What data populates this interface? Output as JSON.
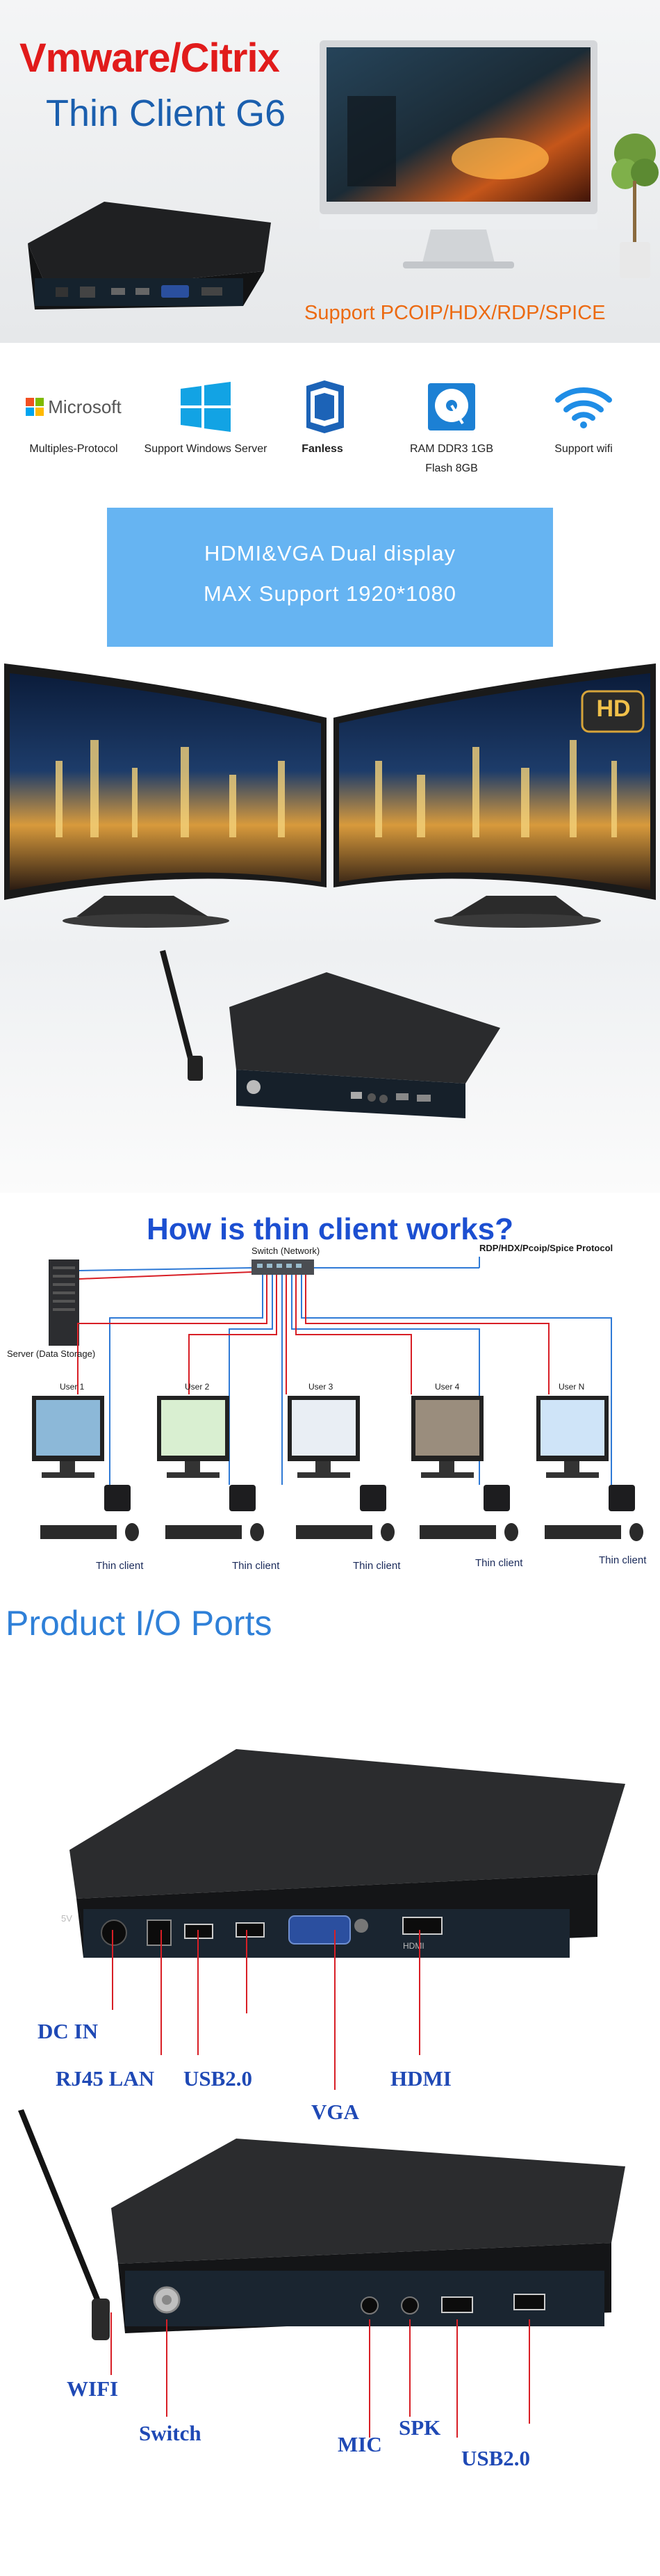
{
  "hero": {
    "title_line1": "Vmware/Citrix",
    "title_line2": "Thin Client G6",
    "support": "Support PCOIP/HDX/RDP/SPICE"
  },
  "features": [
    {
      "icon": "microsoft-logo-icon",
      "logo_text": "Microsoft",
      "label": "Multiples-Protocol"
    },
    {
      "icon": "windows-logo-icon",
      "label": "Support Windows Server"
    },
    {
      "icon": "fan-icon",
      "label": "Fanless"
    },
    {
      "icon": "hard-disk-icon",
      "label": "RAM DDR3 1GB",
      "label2": "Flash 8GB"
    },
    {
      "icon": "wifi-icon",
      "label": "Support wifi"
    }
  ],
  "dual_display": {
    "line1": "HDMI&VGA Dual display",
    "line2": "MAX Support 1920*1080",
    "badge": "HD"
  },
  "how": {
    "title": "How is thin client works?",
    "switch_label": "Switch (Network)",
    "protocol_label": "RDP/HDX/Pcoip/Spice Protocol",
    "server_label": "Server (Data Storage)",
    "users": [
      "User 1",
      "User 2",
      "User 3",
      "User 4",
      "User N"
    ],
    "thin_client_label": "Thin client"
  },
  "ports": {
    "title": "Product I/O Ports",
    "front_labels": {
      "dc_in": "DC IN",
      "rj45": "RJ45 LAN",
      "usb": "USB2.0",
      "vga": "VGA",
      "hdmi": "HDMI"
    },
    "device_marks": {
      "dc": "5V",
      "hdmi": "HDMI"
    },
    "side_labels": {
      "wifi": "WIFI",
      "switch": "Switch",
      "mic": "MIC",
      "spk": "SPK",
      "usb": "USB2.0"
    }
  },
  "colors": {
    "red": "#e11b1b",
    "blue_title": "#1b5fae",
    "orange": "#ec6a11",
    "banner": "#66b4f2",
    "how_blue": "#1c4fd1",
    "port_label": "#1f49b5",
    "line_red": "#d81f26",
    "line_blue": "#2f7ad6"
  }
}
